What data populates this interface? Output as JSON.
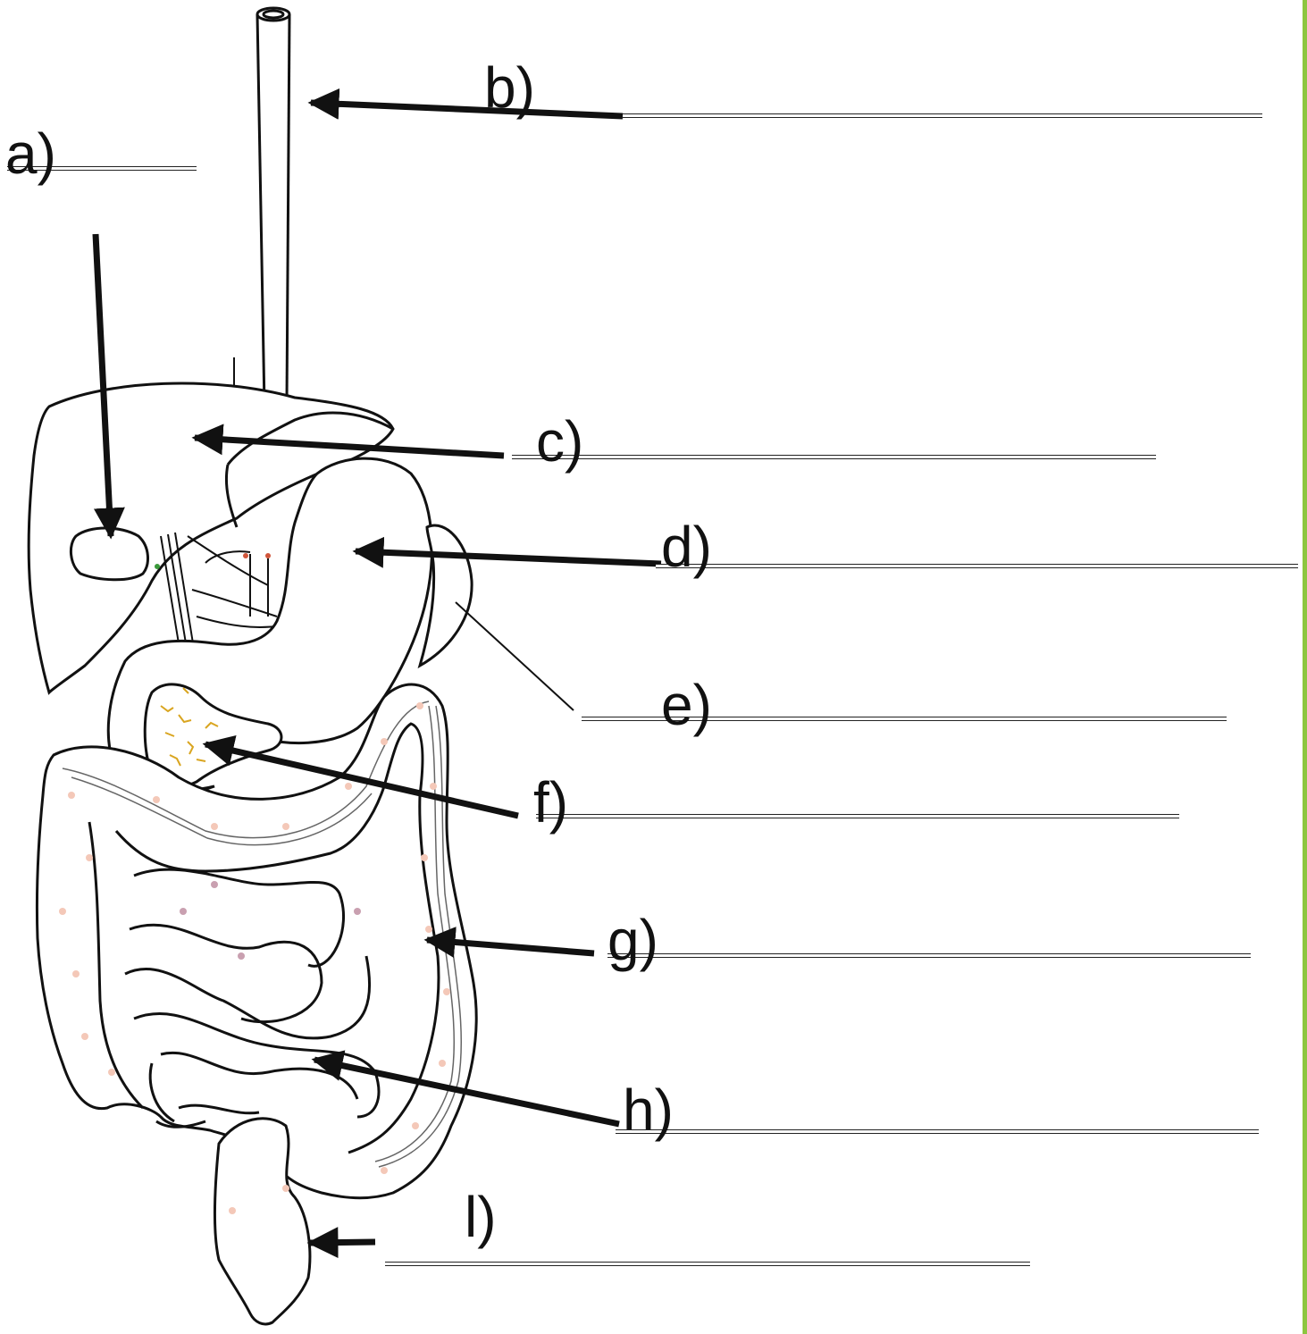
{
  "diagram": {
    "labels": [
      {
        "id": "a",
        "text": "a)"
      },
      {
        "id": "b",
        "text": "b)"
      },
      {
        "id": "c",
        "text": "c)"
      },
      {
        "id": "d",
        "text": "d)"
      },
      {
        "id": "e",
        "text": "e)"
      },
      {
        "id": "f",
        "text": "f)"
      },
      {
        "id": "g",
        "text": "g)"
      },
      {
        "id": "h",
        "text": "h)"
      },
      {
        "id": "l",
        "text": "l)"
      }
    ]
  },
  "colors": {
    "outline": "#111111",
    "border_accent": "#8dc63f",
    "intestine_spots": "#f4c8b8",
    "pancreas_veins": "#d9a520",
    "small_intestine_spots": "#c9a0b0"
  },
  "icons": {
    "arrow": "arrowhead-pointer"
  }
}
